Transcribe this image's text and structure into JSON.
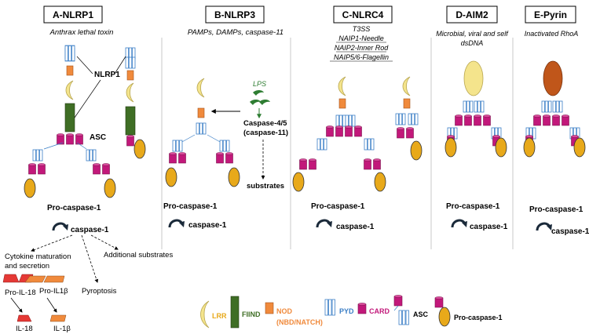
{
  "panels": [
    {
      "title": "A-NLRP1",
      "trigger": "Anthrax lethal toxin"
    },
    {
      "title": "B-NLRP3",
      "trigger": "PAMPs, DAMPs, caspase-11"
    },
    {
      "title": "C-NLRC4",
      "trigger_lines": [
        "T3SS",
        "NAIP1-Needle",
        "NAIP2-Inner Rod",
        "NAIP5/6-Flagellin"
      ]
    },
    {
      "title": "D-AIM2",
      "trigger_lines": [
        "Microbial, viral and self",
        "dsDNA"
      ]
    },
    {
      "title": "E-Pyrin",
      "trigger": "Inactivated RhoA"
    }
  ],
  "labels": {
    "nlrp1": "NLRP1",
    "asc": "ASC",
    "lps": "LPS",
    "caspase45": "Caspase-4/5",
    "caspase11": "(caspase-11)",
    "substrates": "substrates",
    "pro_caspase1": "Pro-caspase-1",
    "caspase1": "caspase-1",
    "cytokine_line1": "Cytokine maturation",
    "cytokine_line2": "and secretion",
    "additional_substrates": "Additional substrates",
    "pro_il18": "Pro-IL-18",
    "pro_il1b": "Pro-IL1β",
    "pyroptosis": "Pyroptosis",
    "il18": "IL-18",
    "il1b": "IL-1β"
  },
  "legend": {
    "lrr": "LRR",
    "fiind": "FIIND",
    "nod_line1": "NOD",
    "nod_line2": "(NBD/NATCH)",
    "pyd": "PYD",
    "card": "CARD",
    "asc": "ASC",
    "pro_caspase1": "Pro-caspase-1"
  },
  "colors": {
    "lrr": "#f4e48c",
    "fiind": "#3f6e25",
    "nod": "#f08a3c",
    "pyd": "#3a7ec6",
    "card": "#c2187a",
    "caspase": "#e8a91a",
    "pyrin_b30": "#c0561a",
    "lps": "#2e7d32",
    "il": "#e53935",
    "legend_lrr_text": "#e8a91a",
    "legend_fiind_text": "#3f6e25",
    "legend_nod_text": "#f08a3c",
    "legend_pyd_text": "#3a7ec6",
    "legend_card_text": "#c2187a"
  }
}
